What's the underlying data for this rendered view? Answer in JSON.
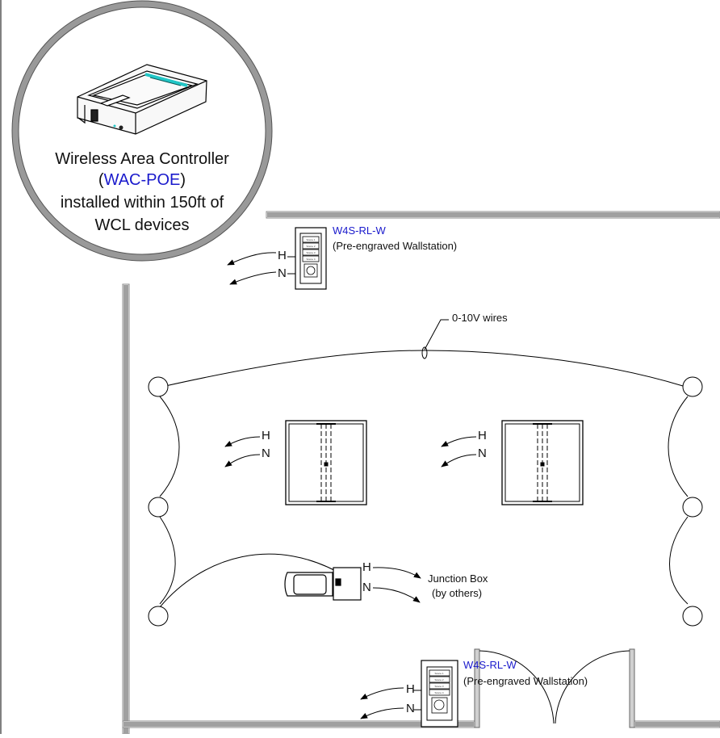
{
  "controller": {
    "line1": "Wireless Area Controller",
    "open_paren": "(",
    "model": "WAC-POE",
    "close_paren": ")",
    "line3": "installed within 150ft of",
    "line4": "WCL devices"
  },
  "wallstation_top": {
    "model": "W4S-RL-W",
    "desc": "(Pre-engraved Wallstation)",
    "buttons": [
      "Scene 1",
      "Scene 2",
      "Scene 3",
      "Scene 4"
    ]
  },
  "wallstation_bottom": {
    "model": "W4S-RL-W",
    "desc": "(Pre-engraved Wallstation)",
    "buttons": [
      "Scene 1",
      "Scene 2",
      "Scene 3",
      "Scene 4"
    ]
  },
  "wires_label": "0-10V wires",
  "junction_box": {
    "line1": "Junction Box",
    "line2": "(by others)"
  },
  "hot_label": "H",
  "neutral_label": "N",
  "colors": {
    "line": "#000000",
    "wall": "#999999",
    "model_text": "#1a1acc",
    "controller_led": "#22c7c7"
  }
}
